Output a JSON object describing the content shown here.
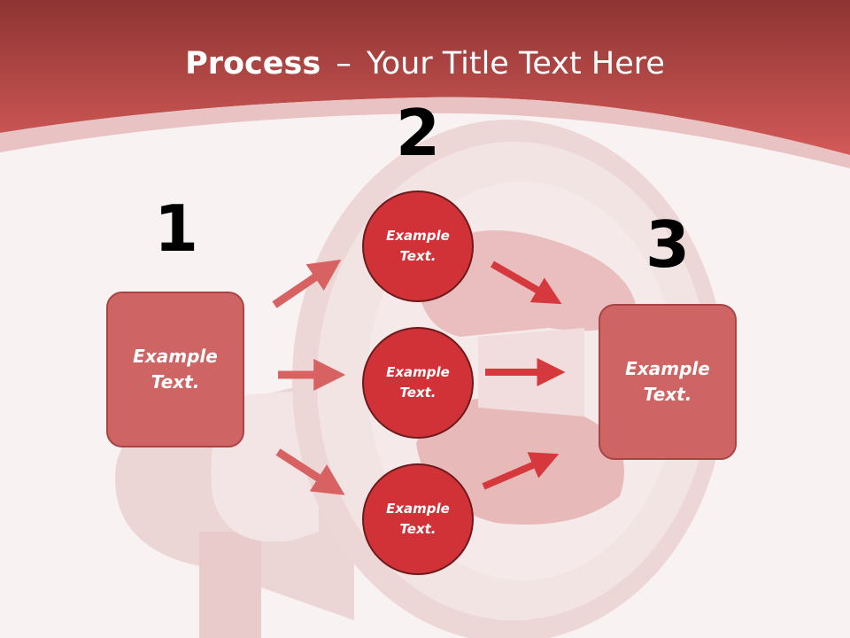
{
  "title": {
    "bold": "Process",
    "dash": "–",
    "rest": "Your Title Text Here"
  },
  "steps": {
    "one": {
      "number": "1",
      "box_text_line1": "Example",
      "box_text_line2": "Text."
    },
    "two": {
      "number": "2",
      "circles": [
        {
          "line1": "Example",
          "line2": "Text."
        },
        {
          "line1": "Example",
          "line2": "Text."
        },
        {
          "line1": "Example",
          "line2": "Text."
        }
      ]
    },
    "three": {
      "number": "3",
      "box_text_line1": "Example",
      "box_text_line2": "Text."
    }
  },
  "colors": {
    "header": "#c9504f",
    "box_fill": "#cf6464",
    "circle_fill": "#d13238",
    "arrow_light": "#d86262",
    "arrow_dark": "#d5393d"
  }
}
